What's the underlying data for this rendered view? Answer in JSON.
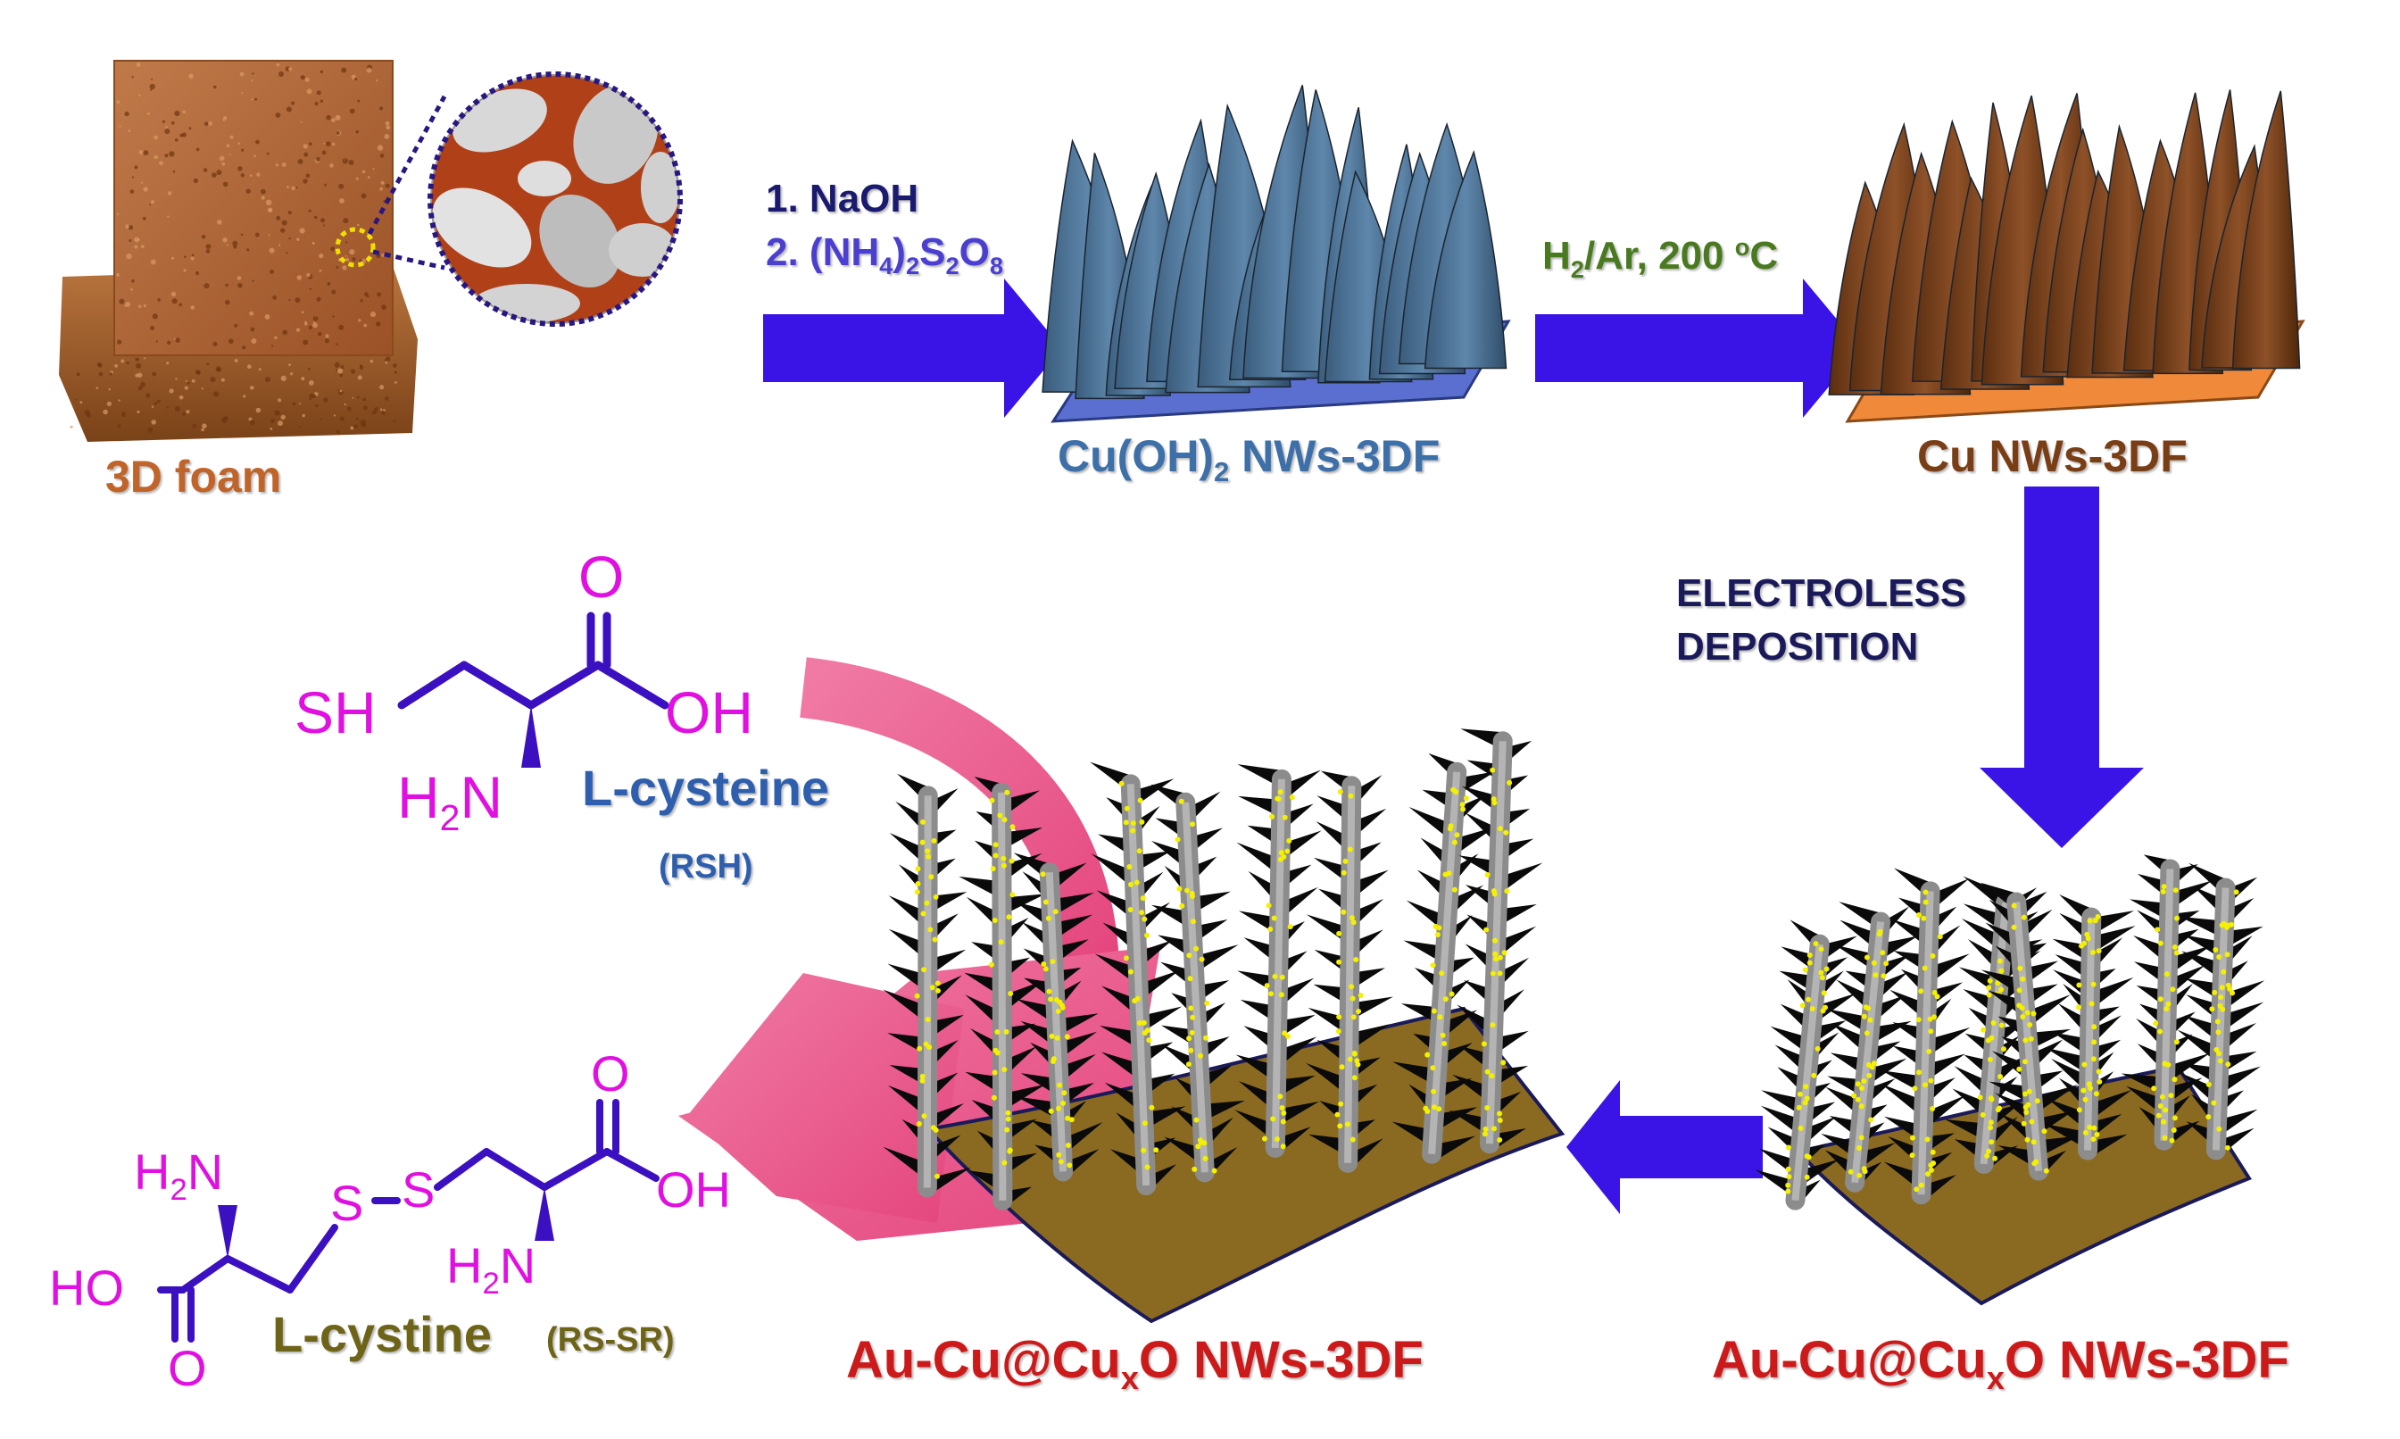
{
  "labels": {
    "foam": "3D foam",
    "step1_line1": "1. NaOH",
    "step1_line2_prefix": "2. (NH",
    "step1_line2_sub1": "4",
    "step1_line2_mid1": ")",
    "step1_line2_sub2": "2",
    "step1_line2_mid2": "S",
    "step1_line2_sub3": "2",
    "step1_line2_mid3": "O",
    "step1_line2_sub4": "8",
    "cuoh_prefix": "Cu(OH)",
    "cuoh_sub": "2",
    "cuoh_suffix": " NWs-3DF",
    "step2_prefix": "H",
    "step2_sub": "2",
    "step2_mid": "/Ar, 200 ",
    "step2_sup": "o",
    "step2_suffix": "C",
    "cu_label": "Cu NWs-3DF",
    "electroless_line1": "ELECTROLESS",
    "electroless_line2": "DEPOSITION",
    "au_prefix": "Au-Cu@Cu",
    "au_sub": "x",
    "au_suffix": "O NWs-3DF"
  },
  "cysteine": {
    "SH": "SH",
    "O": "O",
    "OH": "OH",
    "H2N_H": "H",
    "H2N_sub": "2",
    "H2N_N": "N",
    "name": "L-cysteine",
    "abbr": "(RSH)"
  },
  "cystine": {
    "H2N_left_H": "H",
    "H2N_left_sub": "2",
    "H2N_left_N": "N",
    "S1": "S",
    "S2": "S",
    "O_top": "O",
    "OH_right": "OH",
    "H2N_right_H": "H",
    "H2N_right_sub": "2",
    "H2N_right_N": "N",
    "HO": "HO",
    "O_bottom": "O",
    "name": "L-cystine",
    "abbr": "(RS-SR)"
  },
  "colors": {
    "arrow": "#3a14e6",
    "foam_label": "#c0642a",
    "step1_line1": "#1a1a6e",
    "step1_line2": "#4a3fd0",
    "cuoh": "#3d6fa8",
    "step2": "#4a7a20",
    "cu_label": "#7a3e16",
    "electroless": "#1a1a5a",
    "au_label": "#cc1a1a",
    "molecule_atoms": "#e010e0",
    "molecule_bonds": "#3b10c0",
    "cysteine_name": "#2d5fae",
    "cystine_name": "#6e6418",
    "pink_arrow": "#ec5b8e"
  }
}
